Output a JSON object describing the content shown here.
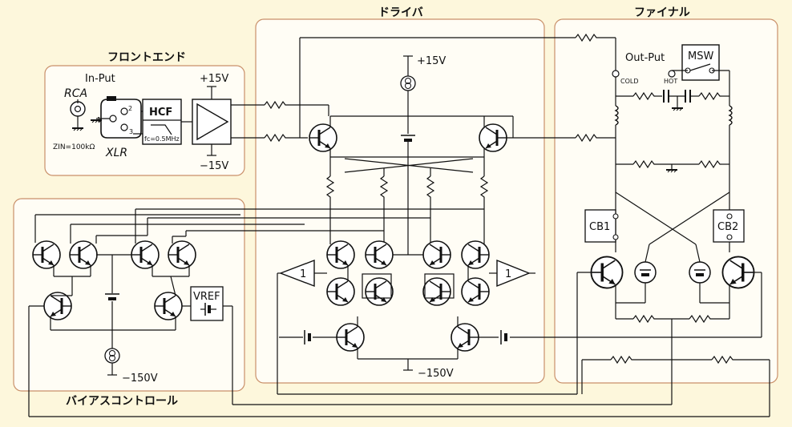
{
  "sections": {
    "frontend": "フロントエンド",
    "driver": "ドライバ",
    "final": "ファイナル",
    "bias": "バイアスコントロール"
  },
  "labels": {
    "input": "In-Put",
    "rca": "RCA",
    "xlr": "XLR",
    "zin": "ZIN=100kΩ",
    "hcf": "HCF",
    "fc": "fc=0.5MHz",
    "plus15_a": "+15V",
    "minus15_a": "−15V",
    "plus15_b": "+15V",
    "minus150_a": "−150V",
    "minus150_b": "−150V",
    "output": "Out-Put",
    "cold": "COLD",
    "hot": "HOT",
    "msw": "MSW",
    "cb1": "CB1",
    "cb2": "CB2",
    "vref": "VREF",
    "buf_gain_l": "1",
    "buf_gain_r": "1",
    "pin1": "1",
    "pin2": "2",
    "pin3": "3"
  }
}
